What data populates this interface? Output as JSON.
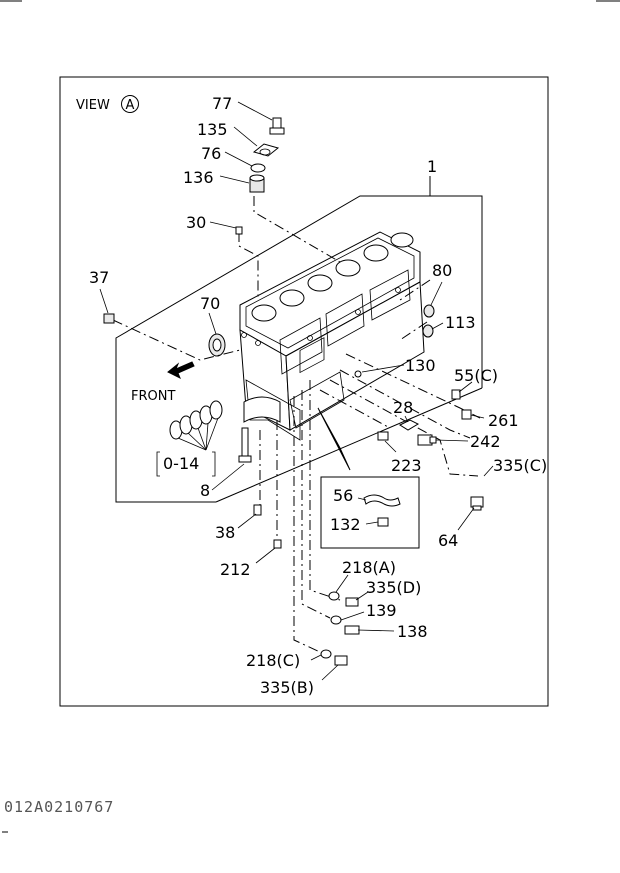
{
  "diagram": {
    "view_label": "VIEW",
    "view_letter": "A",
    "front_label": "FRONT",
    "bracket_label": "0-14",
    "image_code": "012A0210767",
    "callouts": {
      "p77": "77",
      "p135": "135",
      "p76": "76",
      "p136": "136",
      "p1": "1",
      "p30": "30",
      "p37": "37",
      "p70": "70",
      "p80": "80",
      "p113": "113",
      "p130": "130",
      "p55c": "55(C)",
      "p28": "28",
      "p261": "261",
      "p242": "242",
      "p223": "223",
      "p335c": "335(C)",
      "p8": "8",
      "p56": "56",
      "p132": "132",
      "p64": "64",
      "p38": "38",
      "p212": "212",
      "p218a": "218(A)",
      "p335d": "335(D)",
      "p139": "139",
      "p138": "138",
      "p218c": "218(C)",
      "p335b": "335(B)"
    }
  }
}
